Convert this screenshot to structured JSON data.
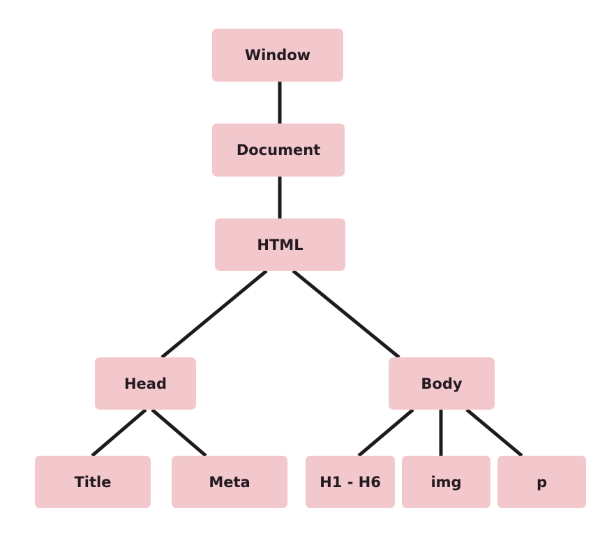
{
  "diagram": {
    "node_color": "#f2c8cd",
    "edge_color": "#1f1a1c",
    "nodes": {
      "window": "Window",
      "document": "Document",
      "html": "HTML",
      "head": "Head",
      "body": "Body",
      "title": "Title",
      "meta": "Meta",
      "h1h6": "H1 - H6",
      "img": "img",
      "p": "p"
    },
    "edges": [
      [
        "window",
        "document"
      ],
      [
        "document",
        "html"
      ],
      [
        "html",
        "head"
      ],
      [
        "html",
        "body"
      ],
      [
        "head",
        "title"
      ],
      [
        "head",
        "meta"
      ],
      [
        "body",
        "h1h6"
      ],
      [
        "body",
        "img"
      ],
      [
        "body",
        "p"
      ]
    ]
  }
}
